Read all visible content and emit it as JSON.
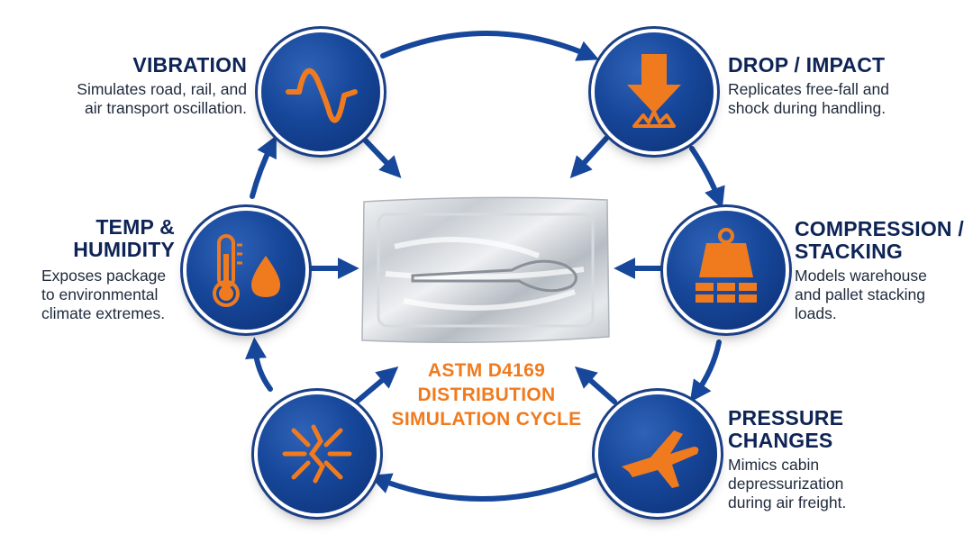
{
  "colors": {
    "navy": "#17479a",
    "orange": "#f07b1f",
    "text": "#0e2456"
  },
  "center": {
    "line1": "ASTM D4169",
    "line2": "DISTRIBUTION",
    "line3": "SIMULATION CYCLE"
  },
  "nodes": {
    "vibration": {
      "title": "VIBRATION",
      "desc1": "Simulates road, rail, and",
      "desc2": "air transport oscillation.",
      "icon": "sine-wave-icon"
    },
    "drop": {
      "title": "DROP / IMPACT",
      "desc1": "Replicates free-fall and",
      "desc2": "shock during handling.",
      "icon": "down-arrow-impact-icon"
    },
    "compression": {
      "title1": "COMPRESSION /",
      "title2": "STACKING",
      "desc1": "Models warehouse",
      "desc2": "and pallet stacking",
      "desc3": "loads.",
      "icon": "weight-stack-icon"
    },
    "pressure": {
      "title": "PRESSURE CHANGES",
      "desc1": "Mimics cabin",
      "desc2": "depressurization",
      "desc3": "during air freight.",
      "icon": "airplane-icon"
    },
    "temp": {
      "title1": "TEMP &",
      "title2": "HUMIDITY",
      "desc1": "Exposes package",
      "desc2": "to environmental",
      "desc3": "climate extremes.",
      "icon": "thermometer-droplet-icon"
    },
    "shock": {
      "icon": "burst-icon"
    }
  }
}
